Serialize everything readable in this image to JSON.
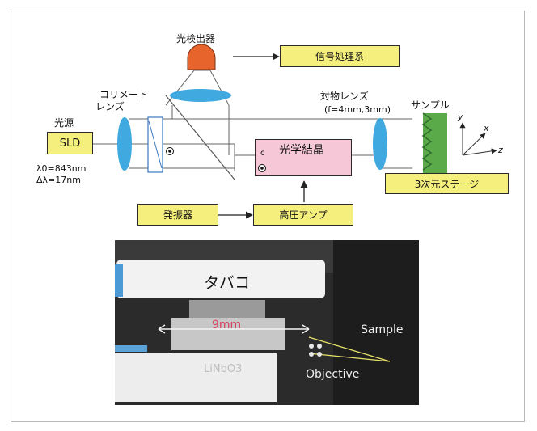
{
  "diagram": {
    "light_source_label": "光源",
    "sld_label": "SLD",
    "wavelength_label": "λ0=843nm",
    "bandwidth_label": "Δλ=17nm",
    "collimator_label_line1": "コリメート",
    "collimator_label_line2": "レンズ",
    "detector_label": "光検出器",
    "signal_processing_label": "信号処理系",
    "objective_label": "対物レンズ",
    "objective_focal_label": "(f=4mm,3mm)",
    "sample_label": "サンプル",
    "crystal_label": "光学結晶",
    "crystal_axis_letter": "c",
    "stage_label": "3次元ステージ",
    "oscillator_label": "発振器",
    "amplifier_label": "高圧アンプ",
    "axis_y": "y",
    "axis_x": "x",
    "axis_z": "z"
  },
  "photo": {
    "tobacco_label": "タバコ",
    "length_label": "9mm",
    "sample_label": "Sample",
    "objective_label": "Objective",
    "crystal_label": "LiNbO3"
  },
  "colors": {
    "box_fill": "#f5ef7d",
    "crystal_fill": "#f6c7d6",
    "lens_blue": "#3fa9e0",
    "detector_orange": "#e8642d",
    "sample_green": "#5aaa4a",
    "photo_bg": "#2b2b2b"
  }
}
